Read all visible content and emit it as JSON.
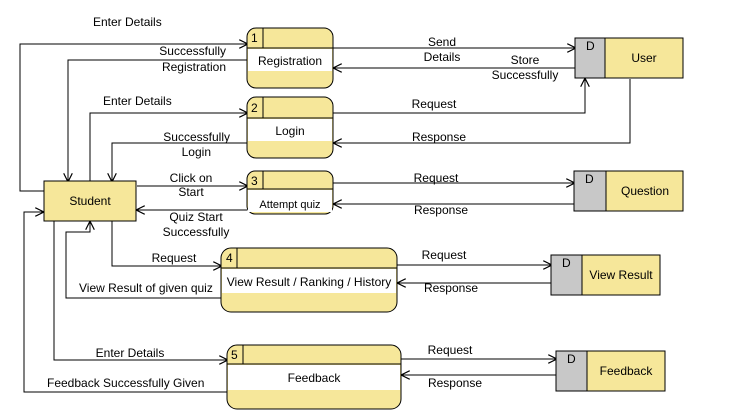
{
  "colors": {
    "process_fill": "#f6e79a",
    "store_id_fill": "#c8c8c8",
    "line": "#000000"
  },
  "processes": [
    {
      "number": "1",
      "label": "Registration"
    },
    {
      "number": "2",
      "label": "Login"
    },
    {
      "number": "3",
      "label": "Attempt quiz"
    },
    {
      "number": "4",
      "label": "View Result / Ranking / History"
    },
    {
      "number": "5",
      "label": "Feedback"
    }
  ],
  "entity": {
    "label": "Student"
  },
  "stores": [
    {
      "id": "D",
      "label": "User"
    },
    {
      "id": "D",
      "label": "Question"
    },
    {
      "id": "D",
      "label": "View Result"
    },
    {
      "id": "D",
      "label": "Feedback"
    }
  ],
  "flows": {
    "enter_details_1": "Enter Details",
    "successfully": "Successfully",
    "registration": "Registration",
    "enter_details_2": "Enter Details",
    "successfully_2": "Successfully",
    "login": "Login",
    "click_on": "Click on",
    "start": "Start",
    "quiz_start": "Quiz Start",
    "successfully_3": "Successfully",
    "request_4": "Request",
    "view_result_given_quiz": "View Result of given quiz",
    "enter_details_5": "Enter Details",
    "feedback_given": "Feedback Successfully Given",
    "send": "Send",
    "details": "Details",
    "store": "Store",
    "successfully_store": "Successfully",
    "request_user": "Request",
    "response_user": "Response",
    "request_question": "Request",
    "response_question": "Response",
    "request_result": "Request",
    "response_result": "Response",
    "request_feedback": "Request",
    "response_feedback": "Response"
  }
}
